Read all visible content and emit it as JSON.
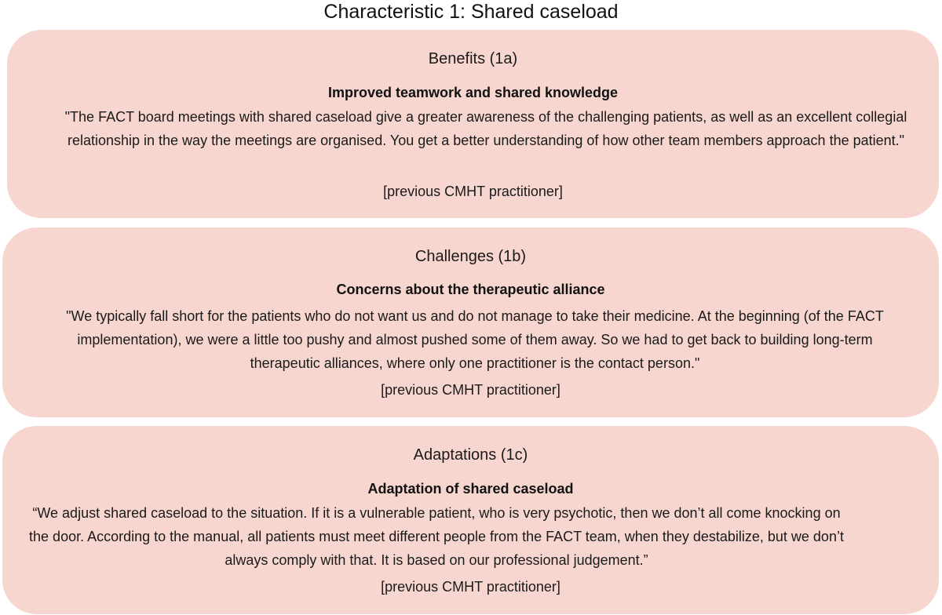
{
  "title": "Characteristic 1: Shared caseload",
  "panels": [
    {
      "heading": "Benefits (1a)",
      "subheading": "Improved teamwork and shared knowledge",
      "quote": "\"The FACT board meetings with shared caseload give a greater awareness of the challenging patients, as well as an excellent collegial relationship in the way the meetings are organised. You get a better understanding of how other team members approach the patient.\"",
      "attribution": "[previous CMHT practitioner]"
    },
    {
      "heading": "Challenges (1b)",
      "subheading": "Concerns about the therapeutic alliance",
      "quote": "\"We typically fall short for the patients who do not want us and do not manage to take their medicine. At the beginning (of the FACT implementation), we were a little too pushy and almost pushed some of them away. So we had to get back to building long-term therapeutic alliances, where only one practitioner is the contact person.\"",
      "attribution": "[previous CMHT practitioner]"
    },
    {
      "heading": "Adaptations (1c)",
      "subheading": "Adaptation of shared caseload",
      "quote": "“We adjust shared caseload to the situation. If it is a vulnerable patient, who is very psychotic, then we don’t all come knocking on the door. According to the manual, all patients must meet different people from the FACT team, when they destabilize, but we don’t always comply with that. It is based on our professional judgement.”",
      "attribution": "[previous CMHT practitioner]"
    }
  ],
  "colors": {
    "panel_background": "#f7d6cf",
    "text": "#1a1a1a"
  }
}
